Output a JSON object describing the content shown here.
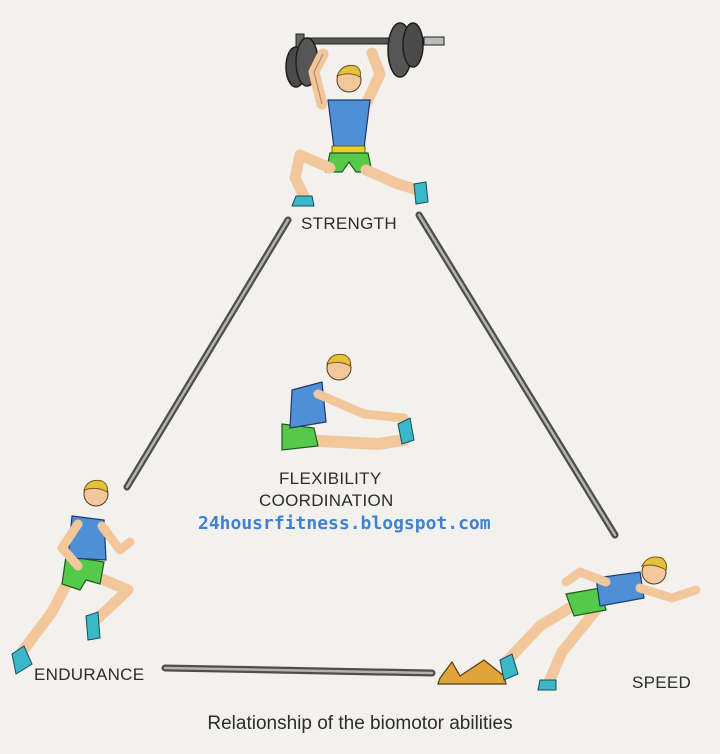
{
  "labels": {
    "strength": "STRENGTH",
    "endurance": "ENDURANCE",
    "speed": "SPEED",
    "flexibility": "FLEXIBILITY",
    "coordination": "COORDINATION"
  },
  "watermark": "24housrfitness.blogspot.com",
  "caption": "Relationship of the biomotor abilities",
  "colors": {
    "background": "#f3f1ee",
    "singlet": "#4f8fd6",
    "shorts": "#55c94a",
    "skin": "#f3c79c",
    "hair": "#e2c13c",
    "shoes": "#3bb8c8",
    "barbell": "#4a4a4a",
    "connector": "#6b6b6b",
    "blocks": "#e0a43a",
    "watermark": "#3f83cf"
  },
  "icons": {
    "strength": "weightlifter-figure-icon",
    "flexibility": "seated-stretch-figure-icon",
    "endurance": "distance-runner-figure-icon",
    "speed": "sprinter-starting-figure-icon"
  }
}
